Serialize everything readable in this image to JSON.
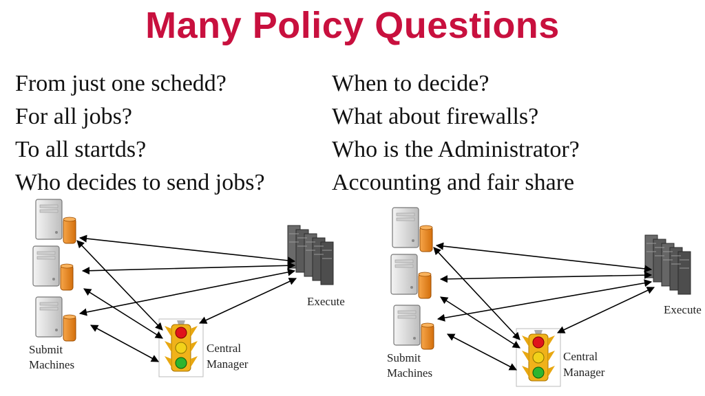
{
  "title": "Many Policy Questions",
  "questions": {
    "left": [
      "From just one schedd?",
      "For all jobs?",
      "To all startds?",
      "Who decides to send jobs?"
    ],
    "right": [
      "When to decide?",
      "What about firewalls?",
      "Who is the Administrator?",
      "Accounting and fair share"
    ]
  },
  "diagram_labels": {
    "submit_line1": "Submit",
    "submit_line2": "Machines",
    "central_line1": "Central",
    "central_line2": "Manager",
    "execute": "Execute"
  },
  "colors": {
    "title": "#c8103e",
    "tower_body": "#e2e2e2",
    "job_cylinder": "#f08a1c",
    "cluster": "#555555",
    "light_red": "#e0141b",
    "light_yellow": "#f2d21a",
    "light_green": "#2fb52f",
    "signal_housing": "#f0b21a"
  }
}
